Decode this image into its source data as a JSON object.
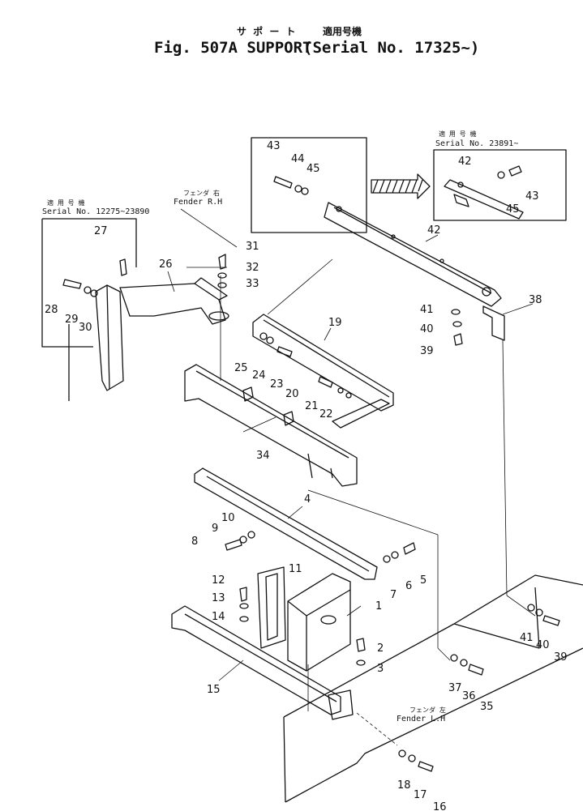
{
  "title": {
    "japanese": "サ ポ ー ト",
    "serial_japanese": "適用号機",
    "main": "Fig. 507A SUPPORT",
    "serial": "(Serial No. 17325~)"
  },
  "insets": {
    "left": {
      "jp": "適 用 号 機",
      "serial": "Serial No. 12275~23890"
    },
    "right": {
      "jp": "適 用 号 機",
      "serial": "Serial No. 23891~"
    }
  },
  "fender_labels": {
    "rh_jp": "フェンダ 右",
    "rh": "Fender R.H",
    "lh_jp": "フェンダ 左",
    "lh": "Fender L.H"
  },
  "part_numbers": [
    "1",
    "2",
    "3",
    "4",
    "5",
    "6",
    "7",
    "8",
    "9",
    "10",
    "11",
    "12",
    "13",
    "14",
    "15",
    "16",
    "17",
    "18",
    "19",
    "20",
    "21",
    "22",
    "23",
    "24",
    "25",
    "26",
    "27",
    "28",
    "29",
    "30",
    "31",
    "32",
    "33",
    "34",
    "35",
    "36",
    "37",
    "38",
    "39",
    "40",
    "41",
    "42",
    "43",
    "44",
    "45"
  ],
  "inset_part_numbers": [
    "42",
    "45",
    "43"
  ]
}
